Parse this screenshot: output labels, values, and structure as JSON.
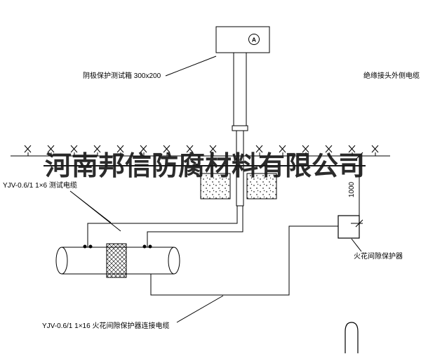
{
  "drawing": {
    "watermark": "河南邦信防腐材料有限公司",
    "ammeter_symbol": "A",
    "labels": {
      "test_box": "阴极保护测试箱 300x200",
      "insulation_joint_cable": "绝缘接头外侧电缆",
      "test_cable": "YJV-0.6/1  1×6   测试电缆",
      "dimension_depth": "1000",
      "spark_gap_protector": "火花间隙保护器",
      "protector_cable": "YJV-0.6/1  1×16   火花间隙保护器连接电缆"
    },
    "colors": {
      "line": "#000000",
      "background": "#ffffff",
      "watermark": "#1a1a1a"
    }
  }
}
